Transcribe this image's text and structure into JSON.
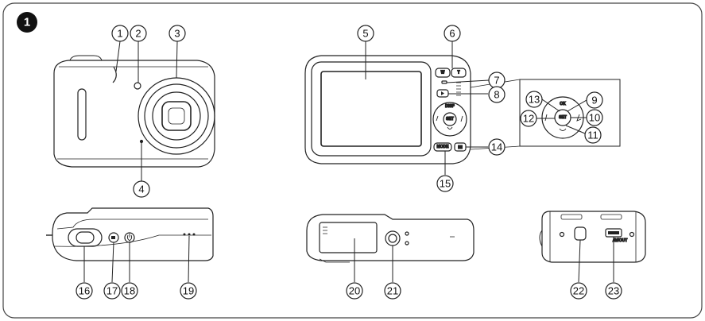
{
  "figure_badge": "1",
  "callouts": [
    "1",
    "2",
    "3",
    "4",
    "5",
    "6",
    "7",
    "8",
    "9",
    "10",
    "11",
    "12",
    "13",
    "14",
    "15",
    "16",
    "17",
    "18",
    "19",
    "20",
    "21",
    "22",
    "23"
  ],
  "button_labels": {
    "wide": "W",
    "tele": "T",
    "disp": "DISP",
    "ok": "OK",
    "set": "SET",
    "mode": "MODE",
    "av_out": "AV/OUT"
  },
  "colors": {
    "line": "#222222",
    "badge": "#111111",
    "frame": "#444444"
  }
}
